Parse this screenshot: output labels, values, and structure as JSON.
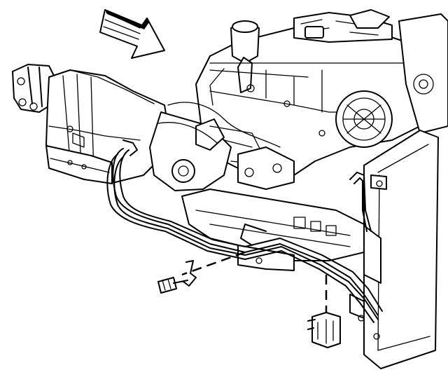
{
  "diagram": {
    "kind": "line-art exploded view",
    "colors": {
      "ink": "#000000",
      "paper": "#ffffff"
    },
    "components": [
      "direction-arrow",
      "engine",
      "transmission",
      "radiator",
      "transmission-cooler-lines",
      "line-retaining-clip",
      "quick-connect-fitting"
    ]
  }
}
